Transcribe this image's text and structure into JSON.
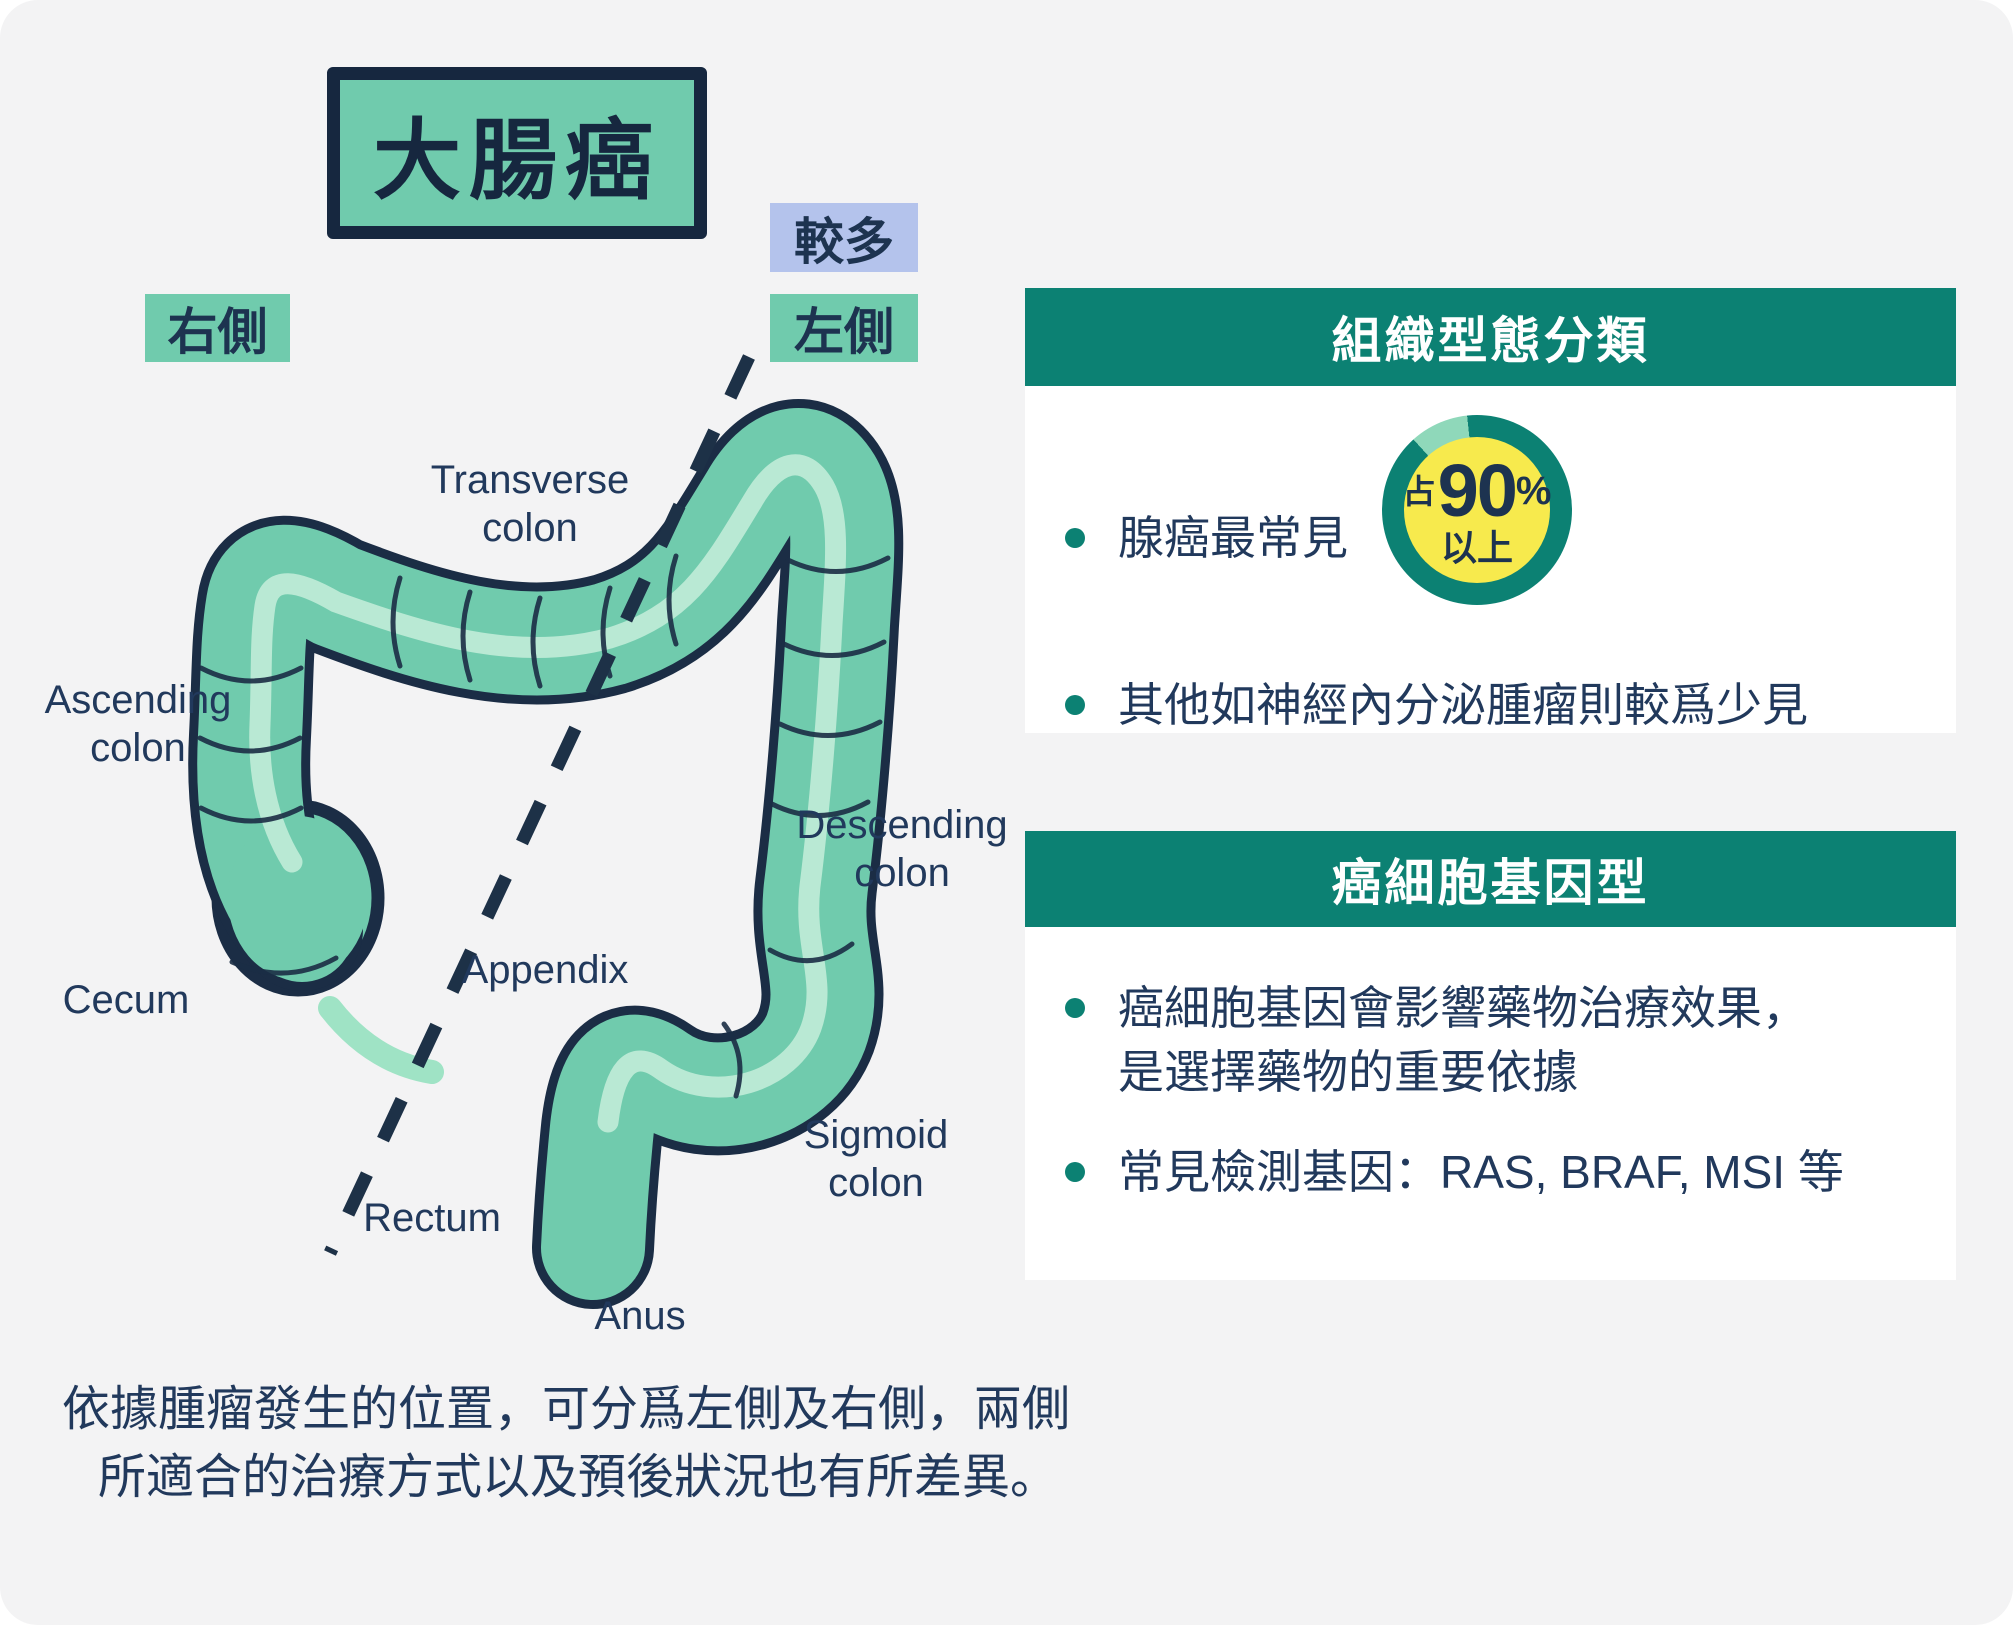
{
  "title": "大腸癌",
  "tags": {
    "more": "較多",
    "right_side": "右側",
    "left_side": "左側"
  },
  "diagram": {
    "labels": {
      "transverse_l1": "Transverse",
      "transverse_l2": "colon",
      "ascending_l1": "Ascending",
      "ascending_l2": "colon",
      "cecum": "Cecum",
      "appendix": "Appendix",
      "descending_l1": "Descending",
      "descending_l2": "colon",
      "sigmoid_l1": "Sigmoid",
      "sigmoid_l2": "colon",
      "rectum": "Rectum",
      "anus": "Anus"
    }
  },
  "panels": [
    {
      "header": "組織型態分類",
      "bullet1": "腺癌最常見",
      "bullet2": "其他如神經內分泌腫瘤則較爲少見",
      "badge": {
        "prefix": "占",
        "value": "90",
        "unit": "%",
        "suffix": "以上"
      }
    },
    {
      "header": "癌細胞基因型",
      "bullet1": "癌細胞基因會影響藥物治療效果，是選擇藥物的重要依據",
      "bullet2": "常見檢測基因：RAS, BRAF, MSI 等"
    }
  ],
  "footer": {
    "line1": "依據腫瘤發生的位置，可分爲左側及右側，兩側",
    "line2": "所適合的治療方式以及預後狀況也有所差異。"
  },
  "colors": {
    "card_background": "#f3f3f4",
    "colon_green": "#70cbad",
    "colon_outline_navy": "#1b2d45",
    "lumen_mint": "#b9e9d4",
    "appendix_mint": "#9fe3c5",
    "teal_accent": "#0c8173",
    "ring_light_green": "#8fd8ba",
    "badge_yellow": "#f7ea4d",
    "tag_blue": "#b4c3ec",
    "text_navy": "#21395c"
  }
}
